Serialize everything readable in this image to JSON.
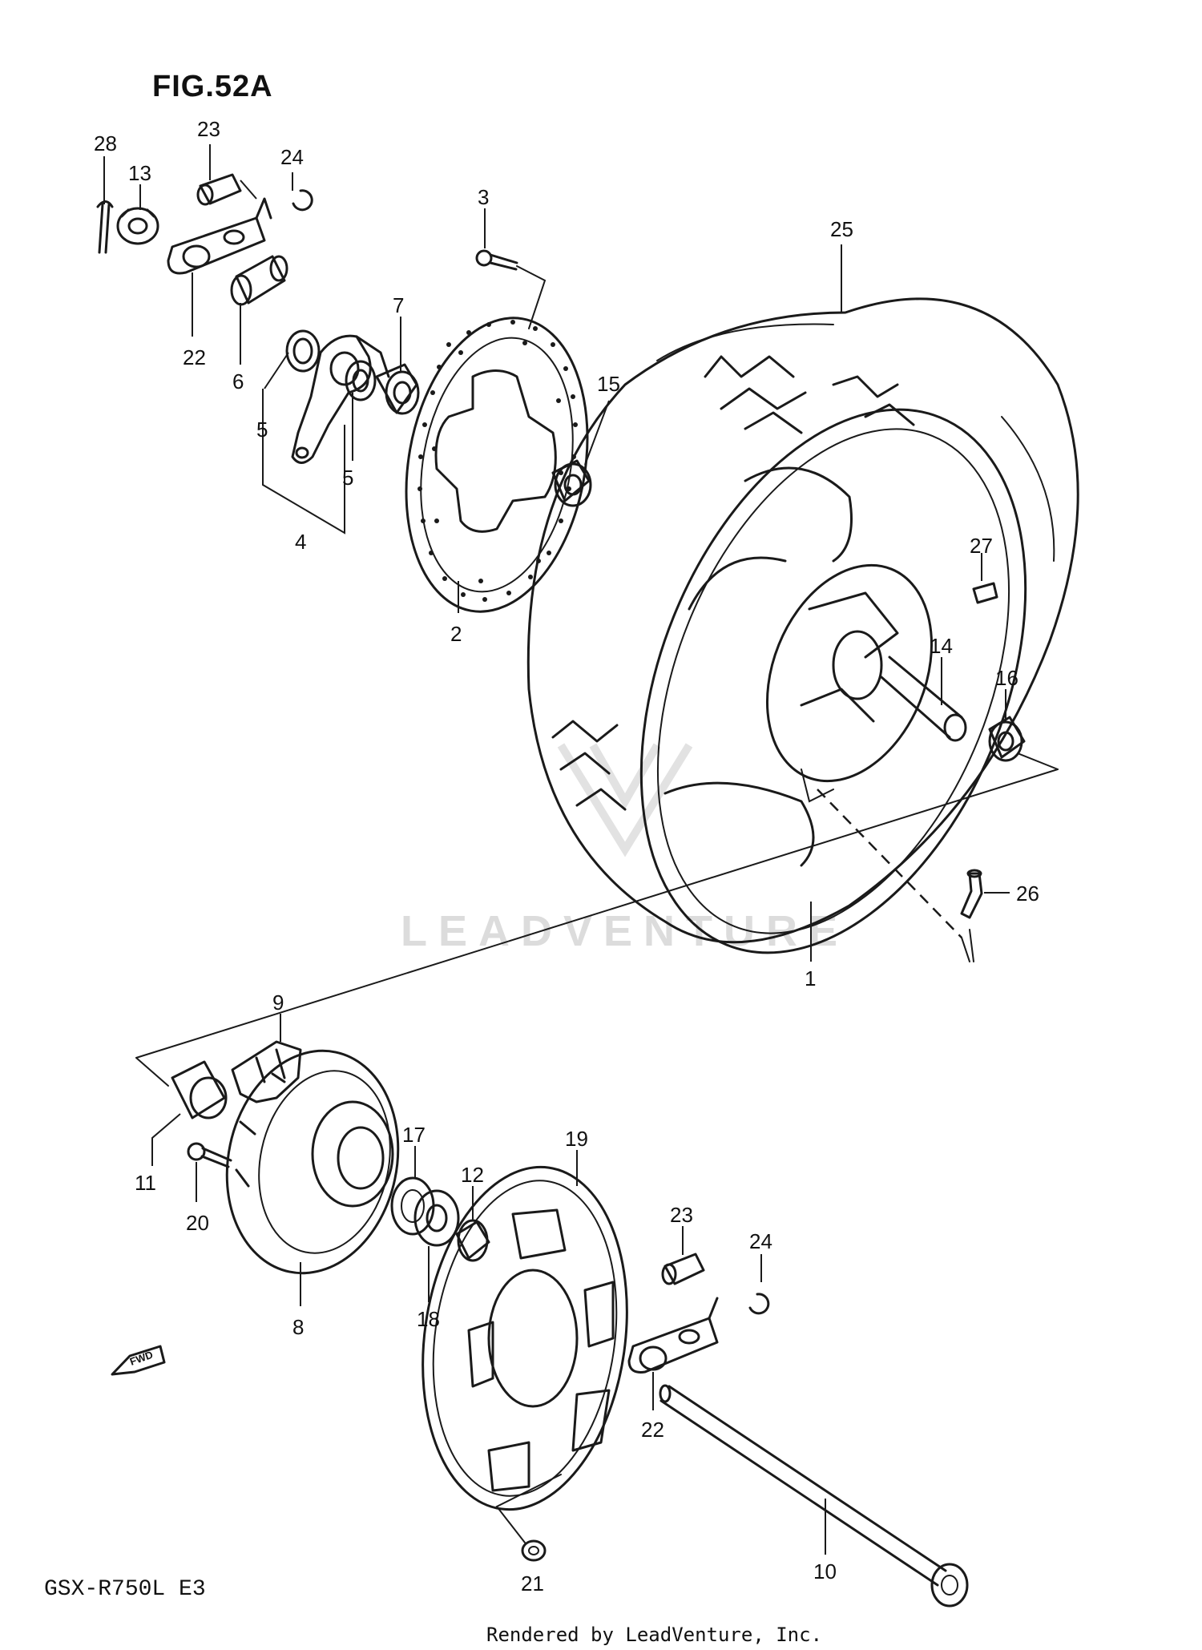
{
  "figure": {
    "title": "FIG.52A",
    "model_code": "GSX-R750L  E3",
    "footer": "Rendered by LeadVenture, Inc.",
    "watermark": "LEADVENTURE",
    "fwd_label": "FWD"
  },
  "callouts": [
    "28",
    "13",
    "23",
    "24",
    "22",
    "6",
    "3",
    "25",
    "7",
    "5",
    "5",
    "4",
    "2",
    "15",
    "27",
    "14",
    "16",
    "26",
    "1",
    "9",
    "11",
    "20",
    "8",
    "17",
    "12",
    "18",
    "19",
    "23",
    "24",
    "22",
    "21",
    "10"
  ]
}
